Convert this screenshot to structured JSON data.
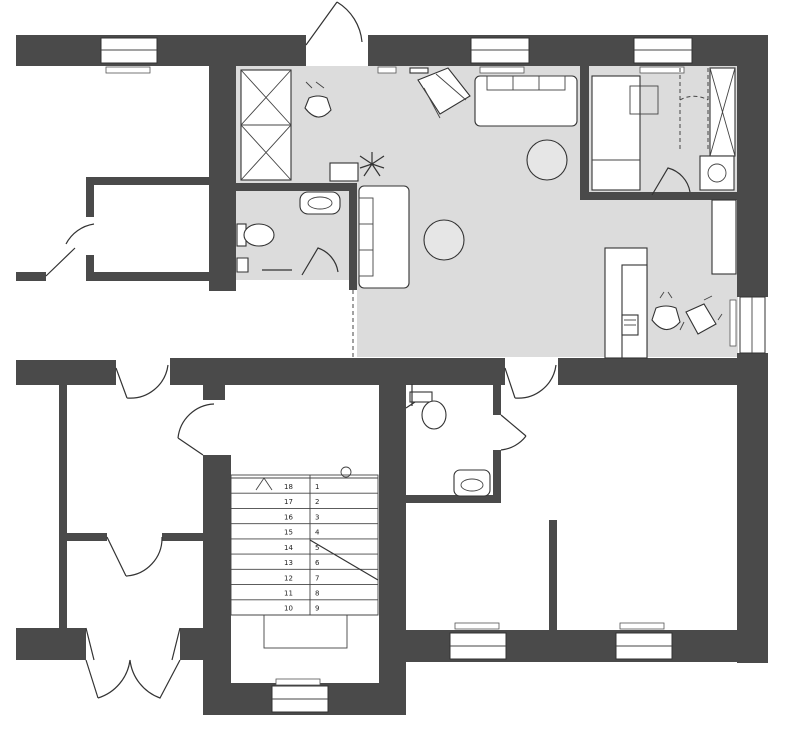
{
  "stairs": {
    "left_flight": [
      "18",
      "17",
      "16",
      "15",
      "14",
      "13",
      "12",
      "11",
      "10"
    ],
    "right_flight": [
      "1",
      "2",
      "3",
      "4",
      "5",
      "6",
      "7",
      "8",
      "9"
    ]
  },
  "colors": {
    "wall": "#4a4a4a",
    "floor_highlight": "#dcdcdc",
    "background": "#ffffff"
  }
}
